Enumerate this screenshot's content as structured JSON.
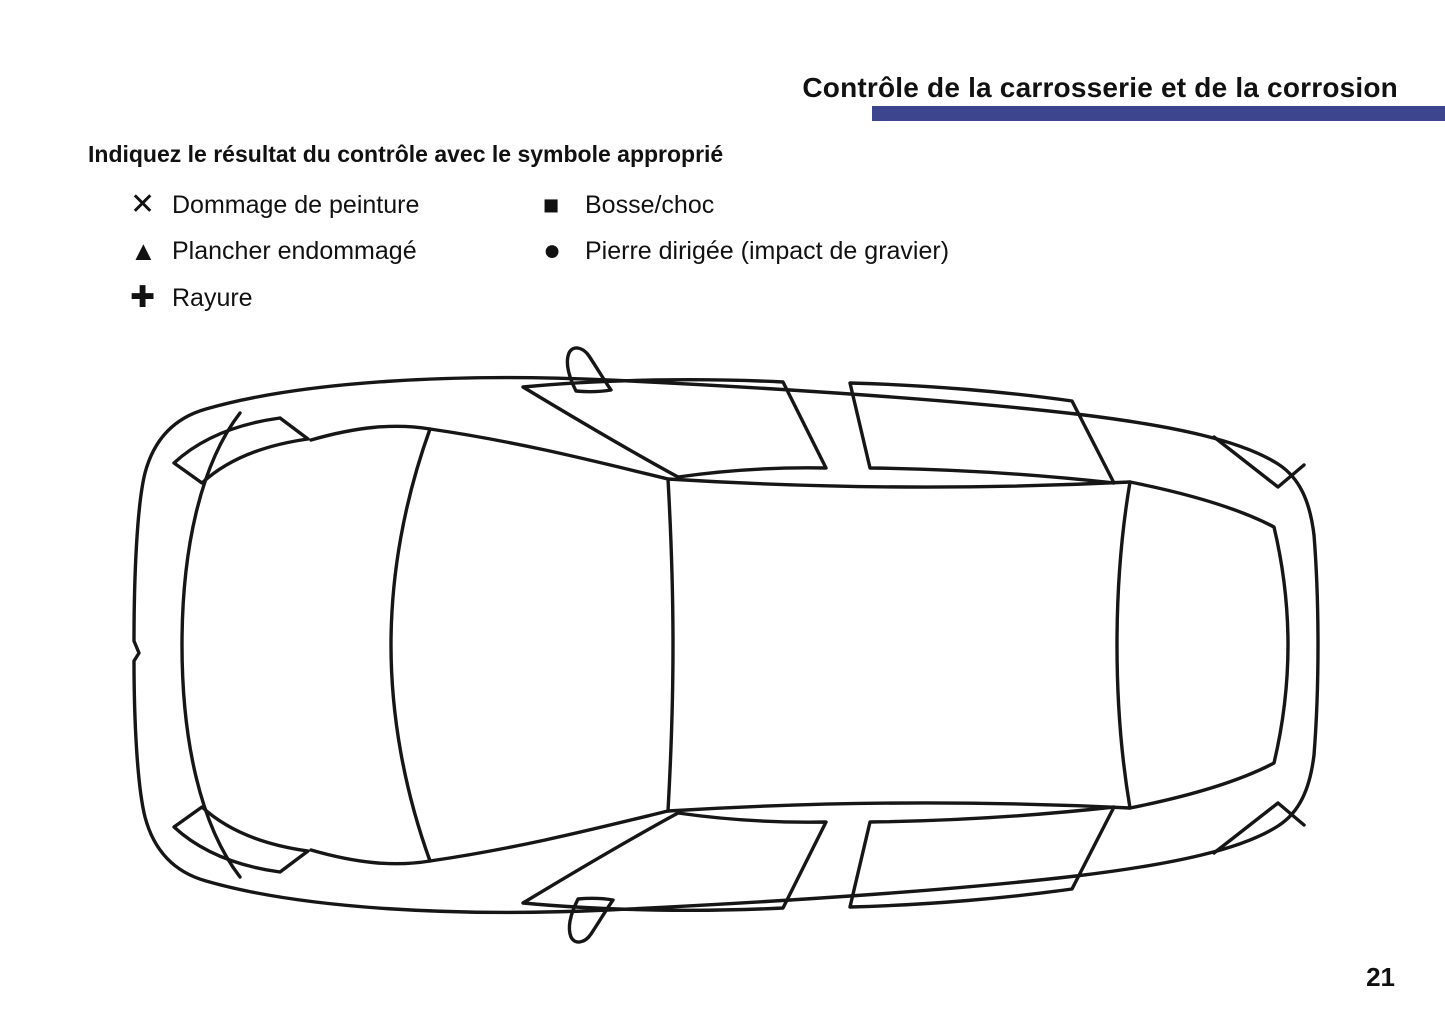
{
  "page": {
    "title": "Contrôle de la carrosserie et de la corrosion",
    "instruction": "Indiquez le résultat du contrôle avec le symbole approprié",
    "page_number": "21",
    "accent_color": "#3d458f"
  },
  "legend": {
    "column1": [
      {
        "symbol": "✕",
        "symbol_name": "x-mark-icon",
        "label": "Dommage de peinture"
      },
      {
        "symbol": "▲",
        "symbol_name": "triangle-icon",
        "label": "Plancher endommagé"
      },
      {
        "symbol": "✚",
        "symbol_name": "plus-icon",
        "label": "Rayure"
      }
    ],
    "column2": [
      {
        "symbol": "■",
        "symbol_name": "square-icon",
        "label": "Bosse/choc"
      },
      {
        "symbol": "●",
        "symbol_name": "circle-icon",
        "label": "Pierre dirigée (impact de gravier)"
      }
    ]
  },
  "diagram": {
    "name": "car-top-view-outline"
  }
}
